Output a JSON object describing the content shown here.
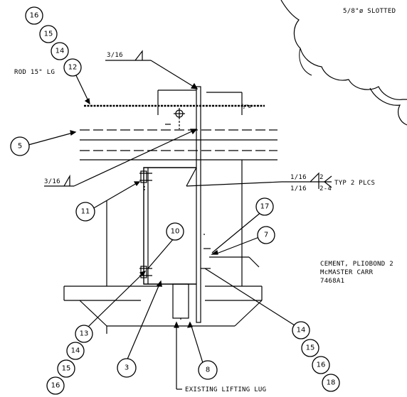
{
  "drawing": {
    "title_note": "5/8\"ø SLOTTED",
    "rod_label": "ROD 15\" LG",
    "weld_top": "3/16",
    "weld_left": "3/16",
    "weld_right_top_size": "1/16",
    "weld_right_top_len": "2",
    "weld_right_bottom_size": "1/16",
    "weld_right_bottom_len": "2-4",
    "typ_label": "TYP 2 PLCS",
    "cement_line1": "CEMENT, PLIOBOND 2",
    "cement_line2": "McMASTER CARR",
    "cement_line3": "7468A1",
    "lifting_lug": "EXISTING LIFTING LUG",
    "rod_text_mark": "½\"ø"
  },
  "balloons": {
    "b16a": "16",
    "b15a": "15",
    "b14a": "14",
    "b12": "12",
    "b5": "5",
    "b11": "11",
    "b10": "10",
    "b13": "13",
    "b14b": "14",
    "b15b": "15",
    "b16b": "16",
    "b3": "3",
    "b8": "8",
    "b17": "17",
    "b7": "7",
    "b14c": "14",
    "b15c": "15",
    "b16c": "16",
    "b18": "18"
  }
}
